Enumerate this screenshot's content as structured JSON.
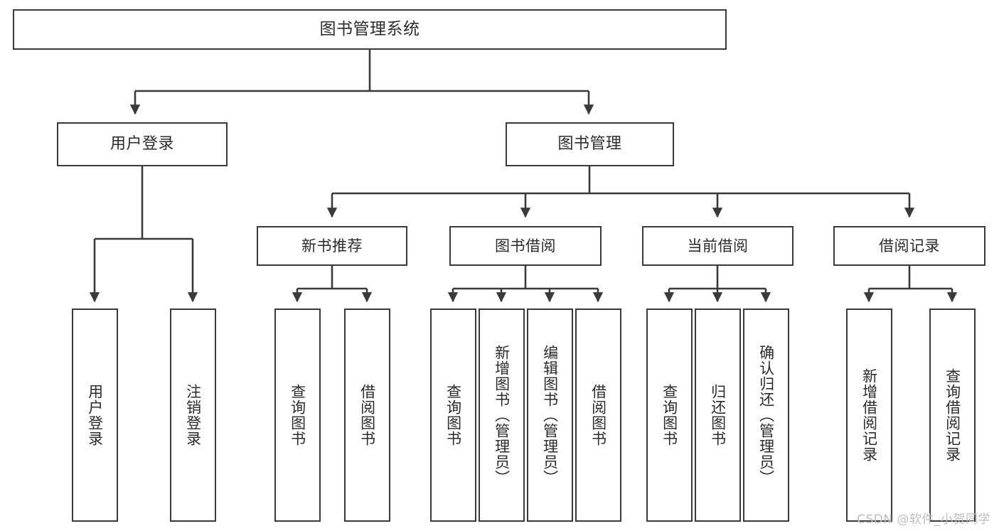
{
  "diagram": {
    "type": "tree-hierarchy-chart",
    "title": "图书管理系统",
    "line_color": "#3a3a3a",
    "box_fill": "#ffffff",
    "text_color": "#2b2b2b",
    "watermark": "CSDN @软件_小贺同学",
    "nodes": {
      "root": {
        "label": "图书管理系统"
      },
      "level2": [
        {
          "id": "user-login",
          "label": "用户登录"
        },
        {
          "id": "book-management",
          "label": "图书管理"
        }
      ],
      "level3": [
        {
          "id": "new-book-recommend",
          "label": "新书推荐"
        },
        {
          "id": "book-borrow",
          "label": "图书借阅"
        },
        {
          "id": "current-borrow",
          "label": "当前借阅"
        },
        {
          "id": "borrow-record",
          "label": "借阅记录"
        }
      ],
      "leaves": {
        "user-login": [
          {
            "id": "user-login-leaf",
            "label": "用户登录"
          },
          {
            "id": "user-logout-leaf",
            "label": "注销登录"
          }
        ],
        "new-book-recommend": [
          {
            "id": "query-book-1",
            "label": "查询图书"
          },
          {
            "id": "borrow-book-1",
            "label": "借阅图书"
          }
        ],
        "book-borrow": [
          {
            "id": "query-book-2",
            "label": "查询图书"
          },
          {
            "id": "add-book",
            "label": "新增图书（管理员）"
          },
          {
            "id": "edit-book",
            "label": "编辑图书（管理员）"
          },
          {
            "id": "borrow-book-2",
            "label": "借阅图书"
          }
        ],
        "current-borrow": [
          {
            "id": "query-book-3",
            "label": "查询图书"
          },
          {
            "id": "return-book",
            "label": "归还图书"
          },
          {
            "id": "confirm-return",
            "label": "确认归还（管理员）"
          }
        ],
        "borrow-record": [
          {
            "id": "add-borrow-record",
            "label": "新增借阅记录"
          },
          {
            "id": "query-borrow-record",
            "label": "查询借阅记录"
          }
        ]
      }
    }
  }
}
